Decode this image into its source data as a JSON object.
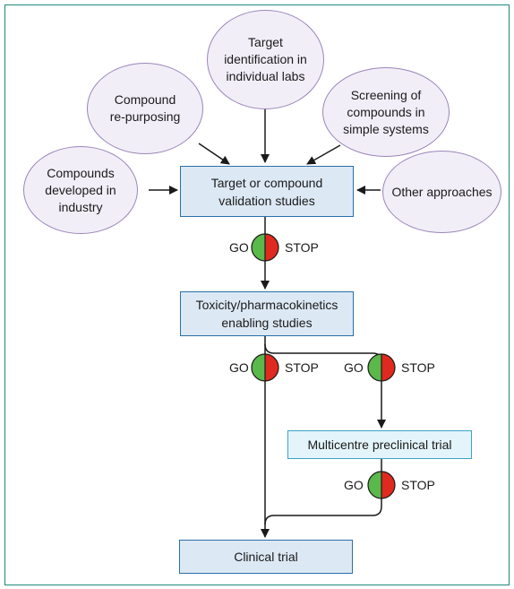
{
  "sources": {
    "target_identification": "Target\nidentification in\nindividual labs",
    "compound_repurposing": "Compound\nre-purposing",
    "screening": "Screening of\ncompounds in\nsimple systems",
    "industry": "Compounds\ndeveloped in\nindustry",
    "other": "Other approaches"
  },
  "stages": {
    "validation": "Target or compound\nvalidation studies",
    "toxicity": "Toxicity/pharmacokinetics\nenabling studies",
    "multicentre": "Multicentre preclinical trial",
    "clinical": "Clinical trial"
  },
  "gates": [
    {
      "go": "GO",
      "stop": "STOP"
    },
    {
      "go": "GO",
      "stop": "STOP"
    },
    {
      "go": "GO",
      "stop": "STOP"
    },
    {
      "go": "GO",
      "stop": "STOP"
    }
  ],
  "colors": {
    "go": "#5bb84a",
    "stop": "#e02a1f"
  }
}
